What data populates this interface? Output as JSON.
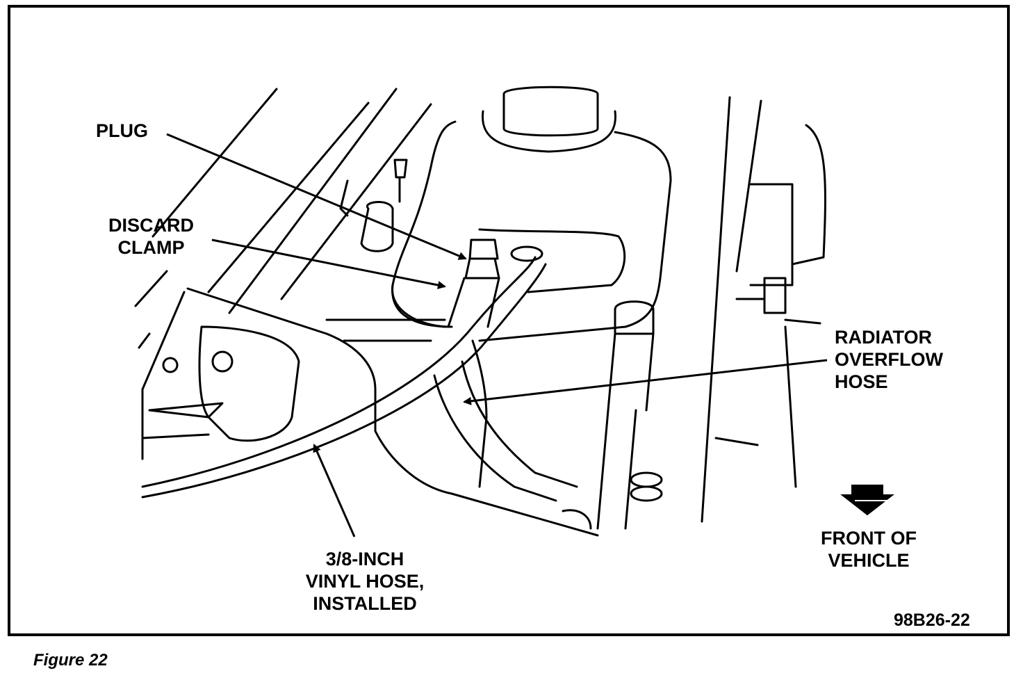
{
  "figure": {
    "caption": "Figure 22",
    "code": "98B26-22"
  },
  "callouts": {
    "plug": {
      "lines": [
        "PLUG"
      ]
    },
    "discard_clamp": {
      "lines": [
        "DISCARD",
        "CLAMP"
      ]
    },
    "radiator_overflow_hose": {
      "lines": [
        "RADIATOR",
        "OVERFLOW",
        "HOSE"
      ]
    },
    "vinyl_hose": {
      "lines": [
        "3/8-INCH",
        "VINYL HOSE,",
        "INSTALLED"
      ]
    },
    "front_of_vehicle": {
      "lines": [
        "FRONT OF",
        "VEHICLE"
      ],
      "icon": "down-arrow-icon"
    }
  },
  "colors": {
    "ink": "#000000",
    "paper": "#ffffff"
  }
}
